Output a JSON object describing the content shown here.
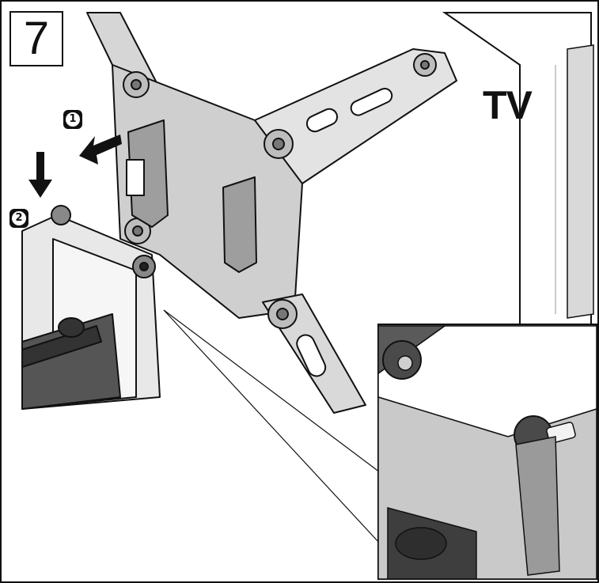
{
  "step": {
    "number": "7"
  },
  "label": {
    "tv": "TV"
  },
  "callouts": [
    {
      "id": "1",
      "text": "1"
    },
    {
      "id": "2",
      "text": "2"
    }
  ],
  "colors": {
    "line": "#111111",
    "metal_light": "#e6e6e6",
    "metal_mid": "#bdbdbd",
    "metal_dark": "#6f6f6f",
    "inset_bg": "#8f8f8f"
  },
  "icons": [
    "arrow-left-icon",
    "arrow-down-icon",
    "callout-number-icon"
  ]
}
